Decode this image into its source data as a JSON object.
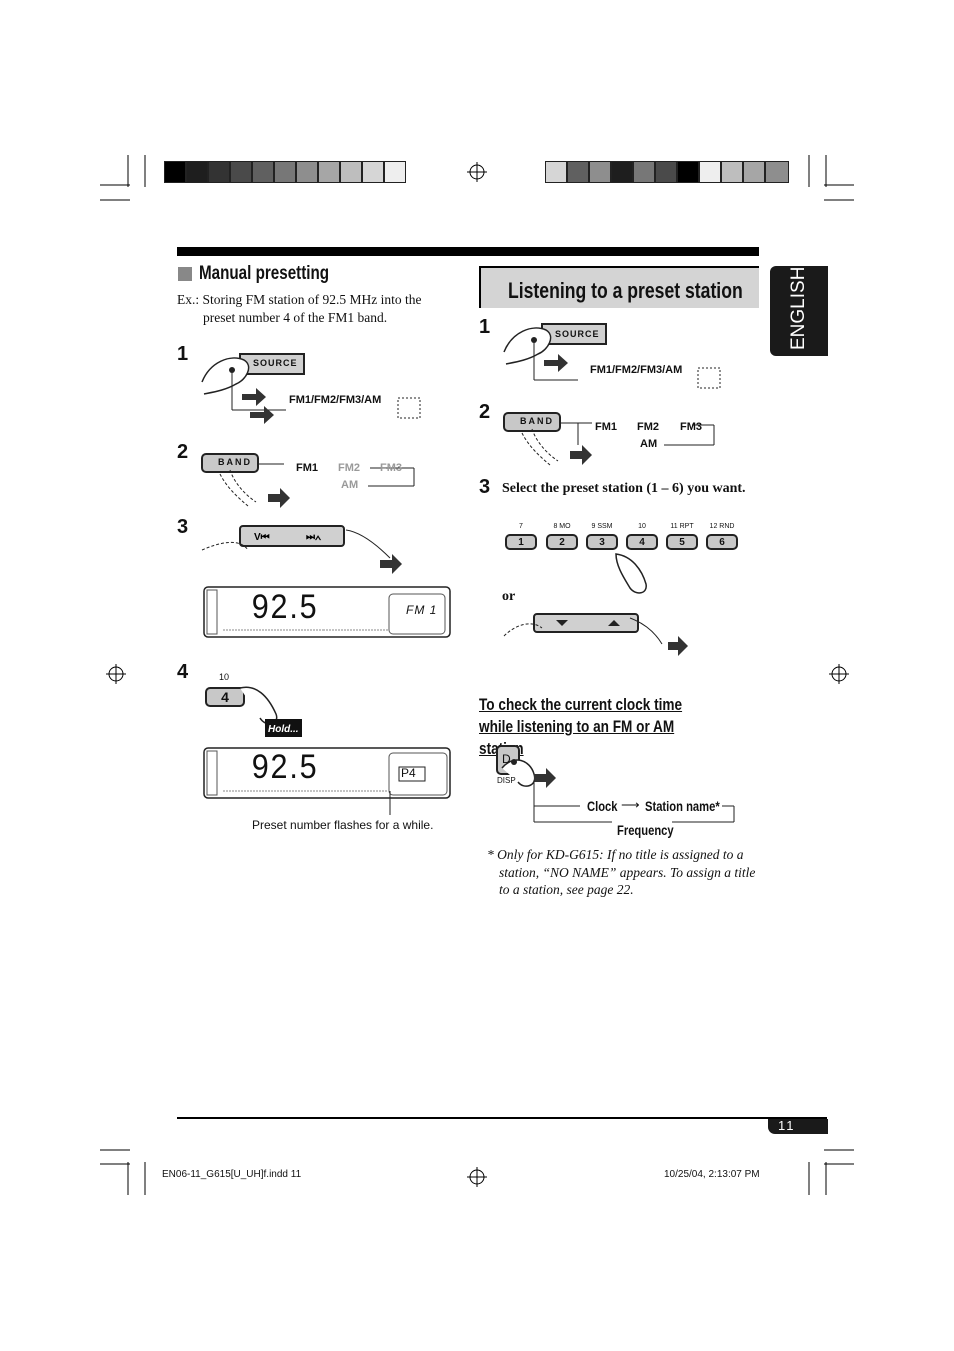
{
  "language_tab": "ENGLISH",
  "left": {
    "heading": "Manual presetting",
    "example": "Ex.: Storing FM station of 92.5 MHz into the preset number 4 of the FM1 band.",
    "step1": {
      "num": "1",
      "button": "SOURCE",
      "cycle": "FM1/FM2/FM3/AM"
    },
    "step2": {
      "num": "2",
      "button": "BAND",
      "fm1": "FM1",
      "fm2": "FM2",
      "fm3": "FM3",
      "am": "AM"
    },
    "step3": {
      "num": "3",
      "display_freq": "92.5",
      "display_band": "FM 1"
    },
    "step4": {
      "num": "4",
      "preset_top": "10",
      "button": "4",
      "hold": "Hold...",
      "display_freq": "92.5",
      "display_preset": "P4"
    },
    "caption": "Preset number flashes for a while."
  },
  "right": {
    "heading": "Listening to a preset station",
    "step1": {
      "num": "1",
      "button": "SOURCE",
      "cycle": "FM1/FM2/FM3/AM"
    },
    "step2": {
      "num": "2",
      "button": "BAND",
      "fm1": "FM1",
      "fm2": "FM2",
      "fm3": "FM3",
      "am": "AM"
    },
    "step3": {
      "num": "3",
      "text": "Select the preset station (1 – 6) you want."
    },
    "presets": [
      {
        "top": "7",
        "label": "1"
      },
      {
        "top": "8 MO",
        "label": "2"
      },
      {
        "top": "9 SSM",
        "label": "3"
      },
      {
        "top": "10",
        "label": "4"
      },
      {
        "top": "11 RPT",
        "label": "5"
      },
      {
        "top": "12 RND",
        "label": "6"
      }
    ],
    "or": "or",
    "clock_heading": "To check the current clock time while listening to an FM or AM station",
    "disp_button": "D",
    "disp_label": "DISP",
    "cycle_clock": "Clock",
    "cycle_station": "Station name*",
    "cycle_freq": "Frequency",
    "footnote": "* Only for KD-G615: If no title is assigned to a station, “NO NAME” appears. To assign a title to a station, see page 22."
  },
  "footer": {
    "page_number": "11",
    "file_name": "EN06-11_G615[U_UH]f.indd 11",
    "timestamp": "10/25/04, 2:13:07 PM"
  },
  "colors": {
    "heading_bg": "#d4d4d4",
    "tab_bg": "#1a1a1a",
    "rule": "#000000"
  }
}
